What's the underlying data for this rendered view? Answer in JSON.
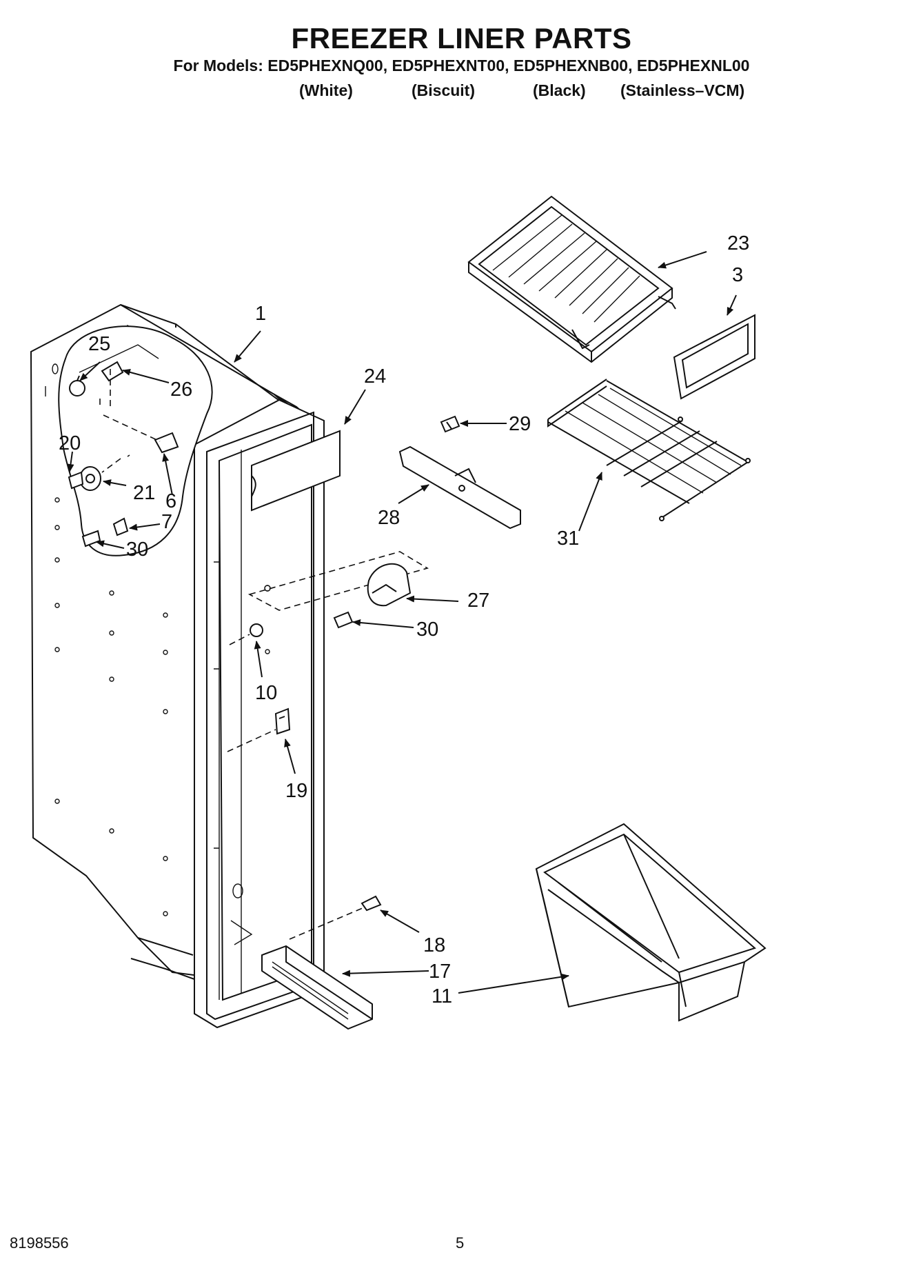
{
  "header": {
    "title": "FREEZER LINER PARTS",
    "models": "For Models: ED5PHEXNQ00, ED5PHEXNT00, ED5PHEXNB00, ED5PHEXNL00",
    "variants": [
      "(White)",
      "(Biscuit)",
      "(Black)",
      "(Stainless–VCM)"
    ]
  },
  "callouts": {
    "c1": "1",
    "c3": "3",
    "c6": "6",
    "c7": "7",
    "c10": "10",
    "c11": "11",
    "c17": "17",
    "c18": "18",
    "c19": "19",
    "c20": "20",
    "c21": "21",
    "c23": "23",
    "c24": "24",
    "c25": "25",
    "c26": "26",
    "c27": "27",
    "c28": "28",
    "c29": "29",
    "c30a": "30",
    "c30b": "30",
    "c31": "31"
  },
  "footer": {
    "doc_number": "8198556",
    "page_number": "5"
  }
}
